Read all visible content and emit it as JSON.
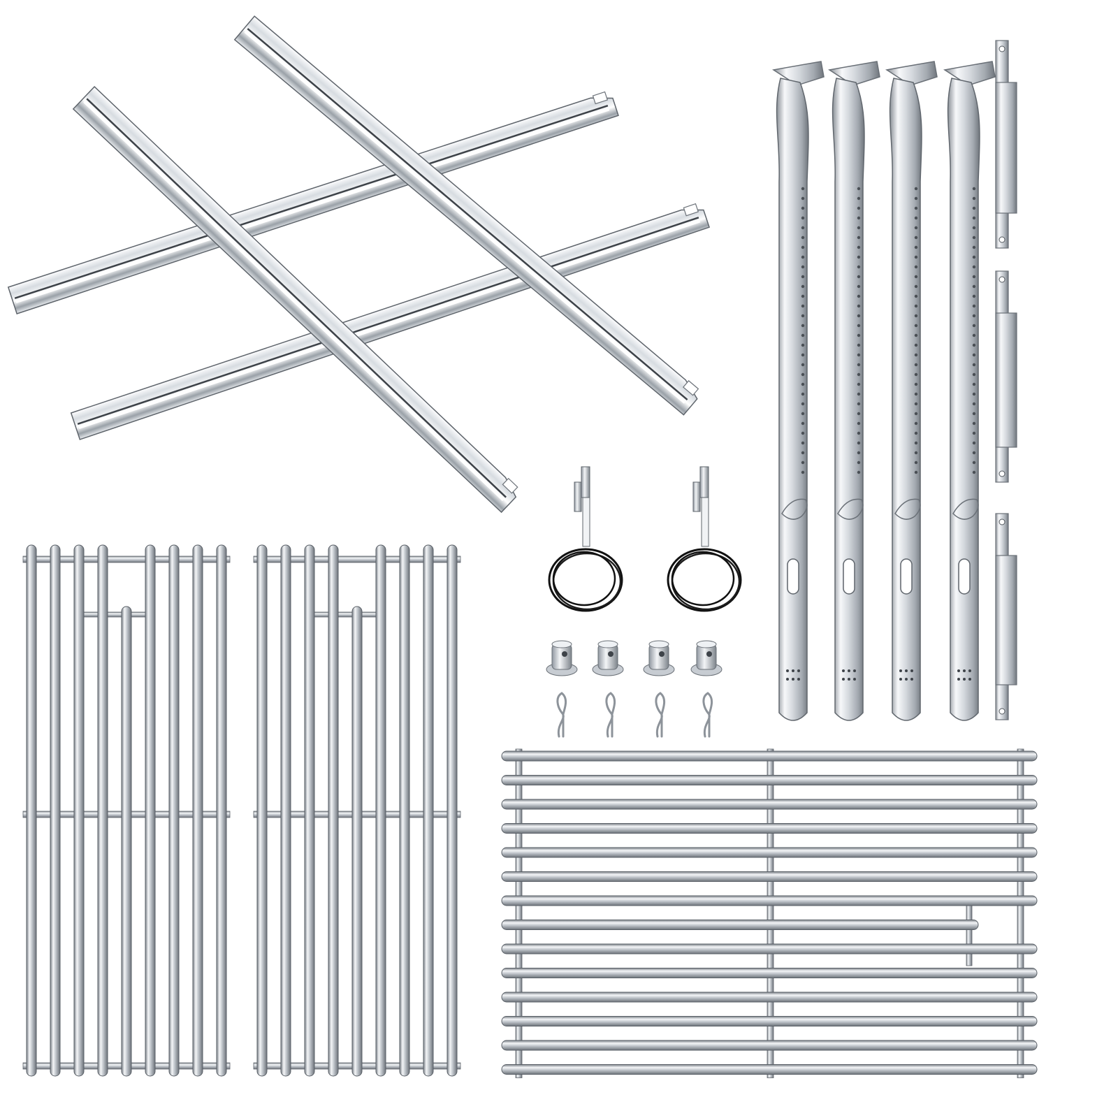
{
  "image": {
    "background_color": "#ffffff",
    "palette": {
      "steel_light": "#f4f6f8",
      "steel_mid": "#c9ced4",
      "steel_dark": "#6f757c",
      "cable": "#111111"
    }
  },
  "parts": {
    "heat_plates": {
      "count": 4
    },
    "burner_tubes": {
      "count": 4
    },
    "crossover_tubes": {
      "count": 3
    },
    "igniter_electrodes": {
      "count": 2
    },
    "burner_caps": {
      "count": 4
    },
    "cotter_pins": {
      "count": 4
    },
    "cooking_grates_vertical": {
      "count": 2,
      "rods_each": 9
    },
    "cooking_grate_horizontal": {
      "count": 1,
      "rods": 14
    }
  }
}
